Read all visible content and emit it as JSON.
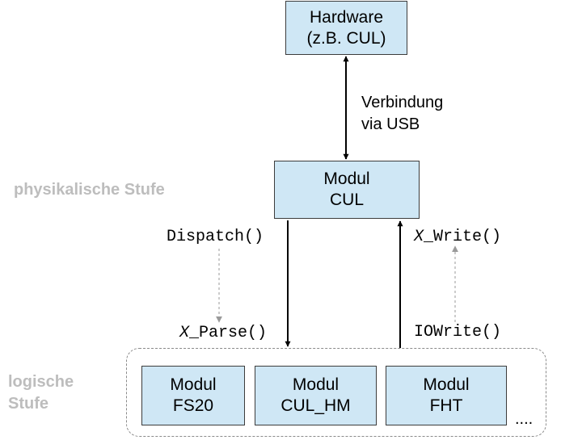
{
  "hardware": {
    "line1": "Hardware",
    "line2": "(z.B. CUL)"
  },
  "connection": {
    "line1": "Verbindung",
    "line2": "via USB"
  },
  "cul": {
    "line1": "Modul",
    "line2": "CUL"
  },
  "stages": {
    "physical": "physikalische Stufe",
    "logical_line1": "logische",
    "logical_line2": "Stufe"
  },
  "functions": {
    "dispatch": "Dispatch()",
    "x_write_prefix": "X",
    "x_write_suffix": "_Write()",
    "x_parse_prefix": "X",
    "x_parse_suffix": "_Parse()",
    "iowrite": "IOWrite()"
  },
  "logical_modules": [
    {
      "line1": "Modul",
      "line2": "FS20"
    },
    {
      "line1": "Modul",
      "line2": "CUL_HM"
    },
    {
      "line1": "Modul",
      "line2": "FHT"
    }
  ],
  "more": "...."
}
